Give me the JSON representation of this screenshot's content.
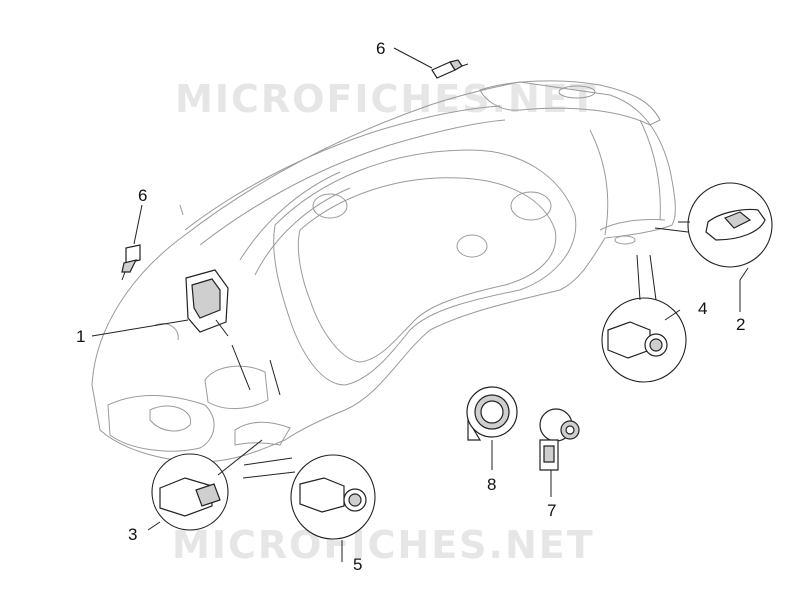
{
  "watermark": {
    "top": "MICROFICHES.NET",
    "bottom": "MICROFICHES.NET"
  },
  "callouts": [
    {
      "id": "1",
      "label": "1"
    },
    {
      "id": "2",
      "label": "2"
    },
    {
      "id": "3",
      "label": "3"
    },
    {
      "id": "4",
      "label": "4"
    },
    {
      "id": "5",
      "label": "5"
    },
    {
      "id": "6a",
      "label": "6"
    },
    {
      "id": "6b",
      "label": "6"
    },
    {
      "id": "7",
      "label": "7"
    },
    {
      "id": "8",
      "label": "8"
    }
  ]
}
